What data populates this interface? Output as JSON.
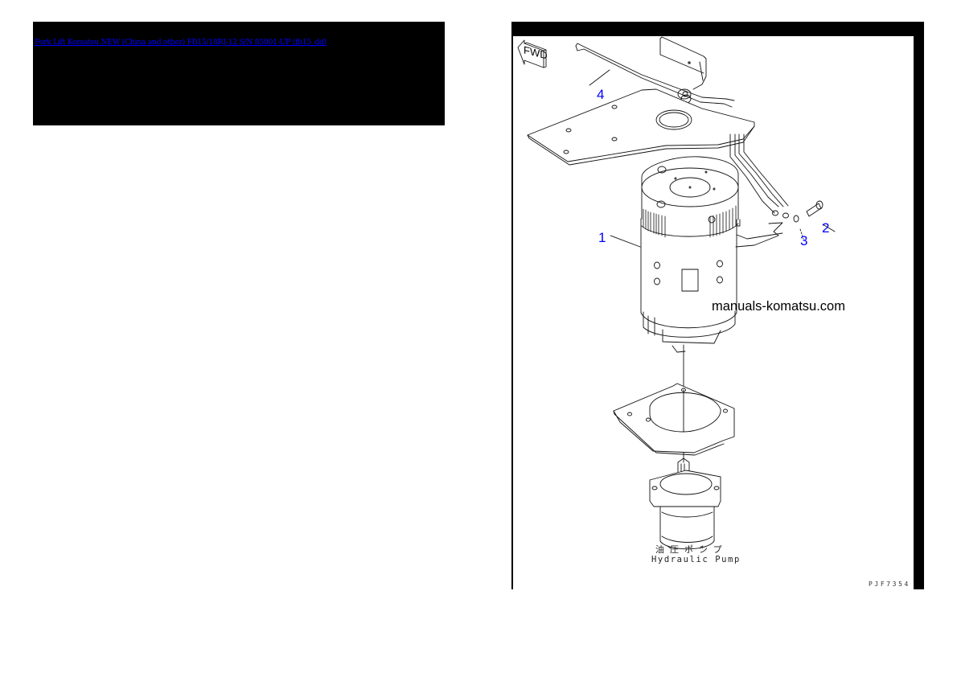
{
  "header": {
    "link_text": "Fork Lift Komatsu NEW (China and other) FB15/18RJ-12 S/N 85001-UP (fb15_dd)",
    "link_color": "#0000ff",
    "panel_color": "#000000"
  },
  "diagram": {
    "direction_indicator": {
      "icon": "fwd-arrow-icon",
      "text": "FWD"
    },
    "callouts": [
      {
        "number": "1",
        "part": "motor"
      },
      {
        "number": "2",
        "part": "bolt"
      },
      {
        "number": "3",
        "part": "washer"
      },
      {
        "number": "4",
        "part": "cable"
      }
    ],
    "callout_color": "#0000ff",
    "watermark": "manuals-komatsu.com",
    "pump_label_jp": "油圧ポンプ",
    "pump_label_en": "Hydraulic Pump",
    "drawing_code": "PJF7354"
  }
}
